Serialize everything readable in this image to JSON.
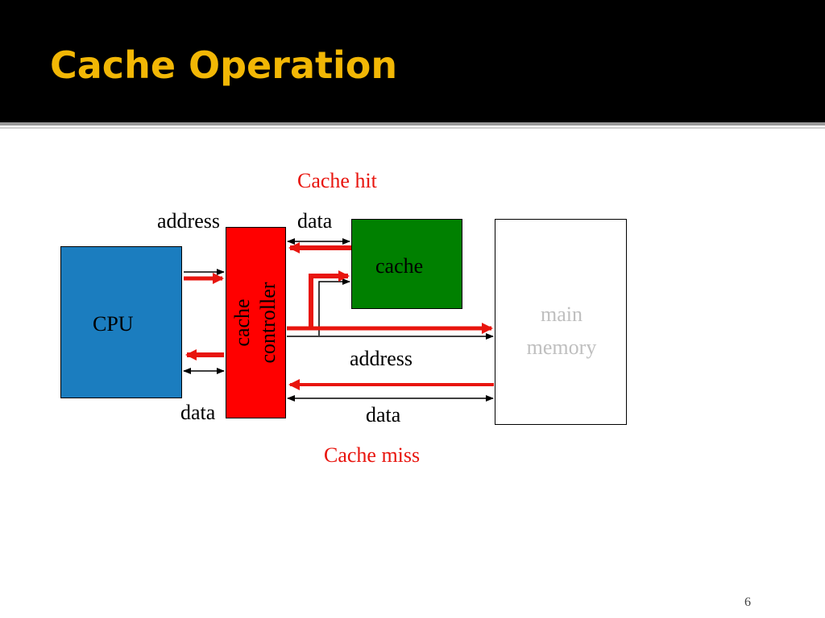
{
  "slide": {
    "title": "Cache Operation",
    "page_number": "6"
  },
  "diagram": {
    "cpu_label": "CPU",
    "controller_label_line1": "cache",
    "controller_label_line2": "controller",
    "cache_label": "cache",
    "memory_label": "main memory",
    "cache_hit_label": "Cache hit",
    "cache_miss_label": "Cache miss",
    "address_top_label": "address",
    "data_top_label": "data",
    "address_mid_label": "address",
    "data_bottom_label": "data",
    "data_left_label": "data"
  },
  "colors": {
    "title_bg": "#000000",
    "title_text": "#f2b705",
    "cpu_fill": "#1b7dbf",
    "controller_fill": "#ff0000",
    "cache_fill": "#008000",
    "memory_fill": "#ffffff",
    "highlight_red": "#e8150e",
    "memory_text": "#bfbfbf"
  }
}
